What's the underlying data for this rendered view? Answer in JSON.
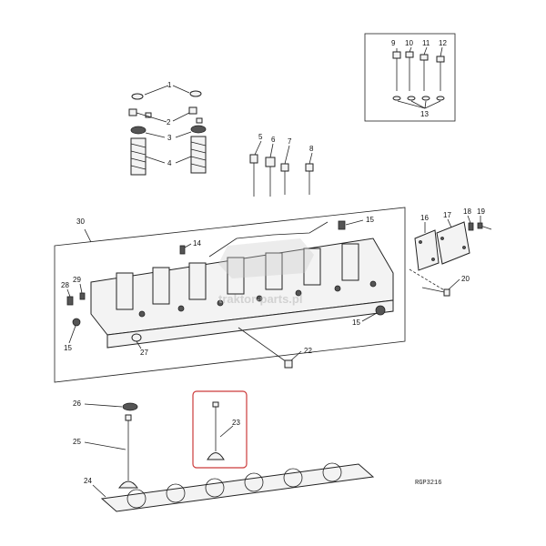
{
  "diagram": {
    "callouts": {
      "c1": "1",
      "c2": "2",
      "c3": "3",
      "c4": "4",
      "c5": "5",
      "c6": "6",
      "c7": "7",
      "c8": "8",
      "c9": "9",
      "c10": "10",
      "c11": "11",
      "c12": "12",
      "c13": "13",
      "c14": "14",
      "c15a": "15",
      "c15b": "15",
      "c15c": "15",
      "c16": "16",
      "c17": "17",
      "c18": "18",
      "c19": "19",
      "c20": "20",
      "c22": "22",
      "c23": "23",
      "c24": "24",
      "c25": "25",
      "c26": "26",
      "c27": "27",
      "c28": "28",
      "c29": "29",
      "c30": "30"
    },
    "reference_code": "RGP3216",
    "watermark": "traktor-parts.pl",
    "highlight_color": "#cc3b3b"
  }
}
